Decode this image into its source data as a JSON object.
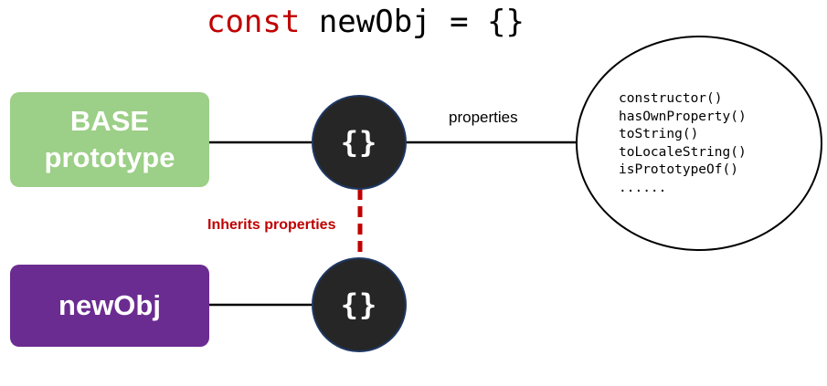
{
  "title": {
    "keyword": "const",
    "rest": "newObj = {}"
  },
  "nodes": {
    "base_prototype": {
      "line1": "BASE",
      "line2": "prototype"
    },
    "new_obj": {
      "label": "newObj"
    },
    "object_top": {
      "glyph": "{}"
    },
    "object_bottom": {
      "glyph": "{}"
    }
  },
  "edges": {
    "properties_label": "properties",
    "inherits_label": "Inherits properties"
  },
  "properties": [
    "constructor()",
    "hasOwnProperty()",
    "toString()",
    "toLocaleString()",
    "isPrototypeOf()",
    "......"
  ],
  "colors": {
    "keyword": "#c00000",
    "base_box": "#9ccf87",
    "newobj_box": "#6b2c91",
    "object_circle": "#262626",
    "inherit_link": "#c00000"
  }
}
